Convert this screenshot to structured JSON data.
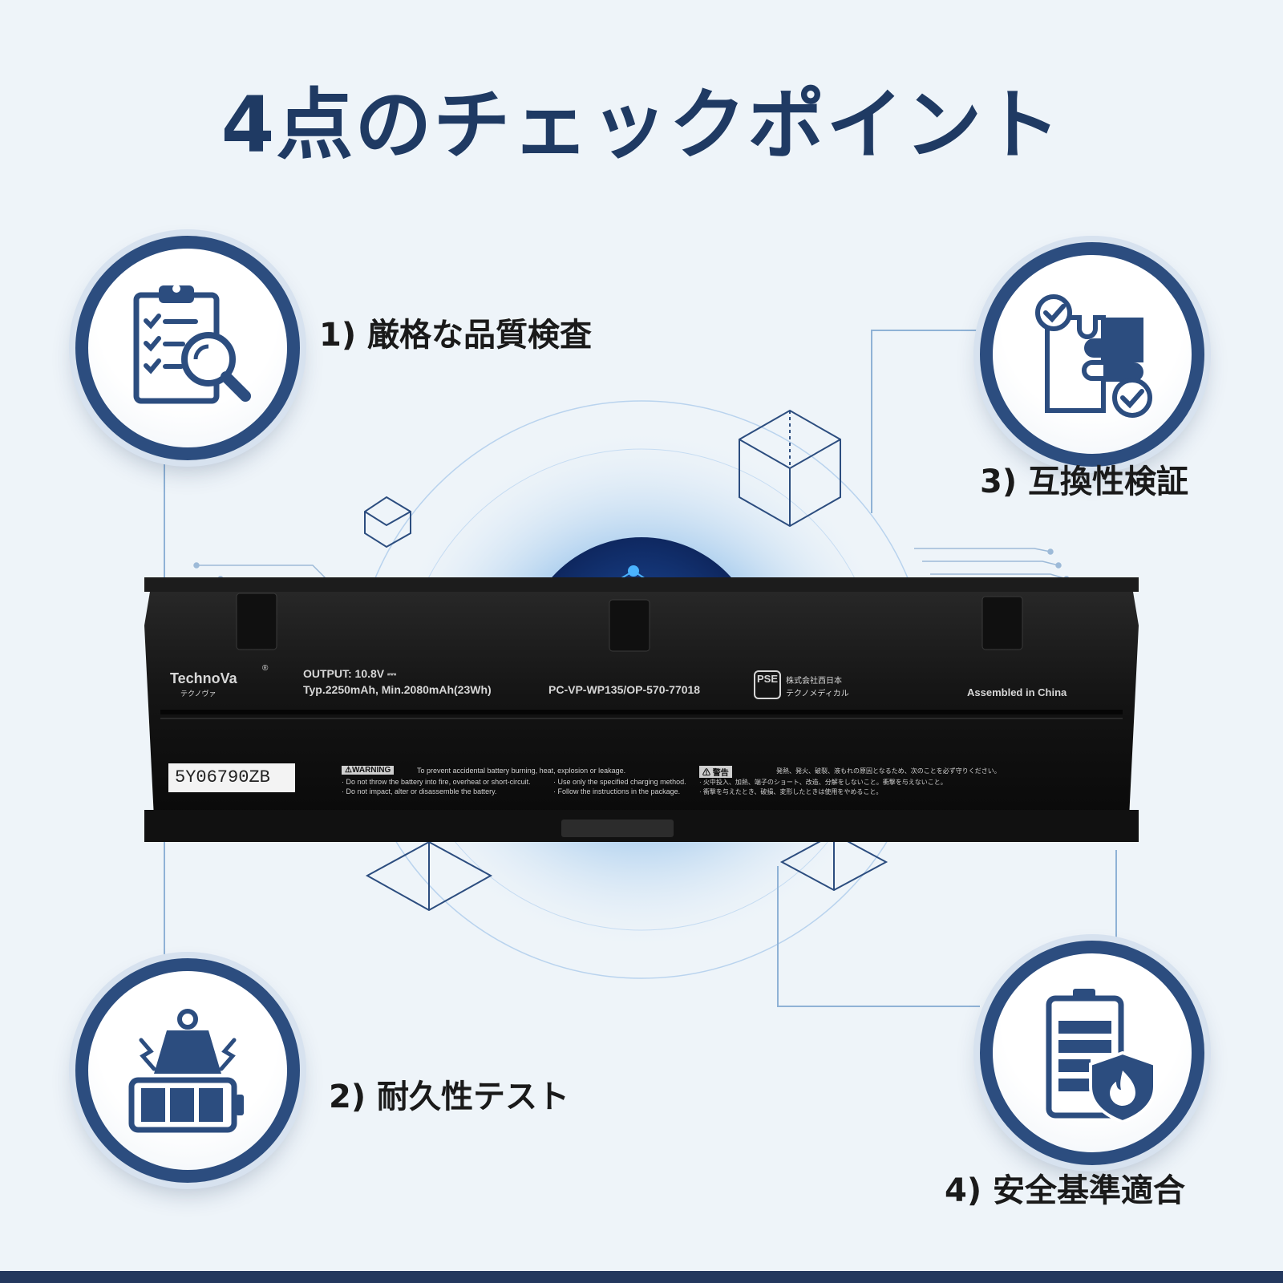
{
  "page": {
    "title": "4点のチェックポイント",
    "accent_color": "#2c4d7f",
    "footer_color": "#23385e"
  },
  "checkpoints": [
    {
      "label": "1) 厳格な品質検査",
      "icon": "clipboard-magnifier-icon"
    },
    {
      "label": "2) 耐久性テスト",
      "icon": "weight-battery-icon"
    },
    {
      "label": "3) 互換性検証",
      "icon": "puzzle-check-icon"
    },
    {
      "label": "4) 安全基準適合",
      "icon": "battery-shield-fire-icon"
    }
  ],
  "battery": {
    "brand": "TechnoVa",
    "brand_reg": "®",
    "brand_kana": "テクノヴァ",
    "output": "OUTPUT: 10.8V ⎓",
    "capacity": "Typ.2250mAh, Min.2080mAh(23Wh)",
    "model": "PC-VP-WP135/OP-570-77018",
    "pse_mark": "PSE",
    "distributor_line1": "株式会社西日本",
    "distributor_line2": "テクノメディカル",
    "origin": "Assembled in China",
    "serial": "5Y06790ZB",
    "warning_title": "⚠WARNING",
    "warning_intro": "To prevent accidental battery burning, heat, explosion or leakage.",
    "warning_1": "· Do not throw the battery into fire, overheat or short-circuit.",
    "warning_2": "· Do not impact, alter or disassemble the battery.",
    "warning_3": "· Use only the specified charging method.",
    "warning_4": "· Follow the instructions in the package.",
    "jp_warning_title": "⚠ 警告",
    "jp_warning_intro": "発熱、発火、破裂、液もれの原因となるため、次のことを必ず守りください。",
    "jp_warning_1": "· 火中投入、加熱、端子のショート、改造、分解をしないこと。衝撃を与えないこと。",
    "jp_warning_2": "· 衝撃を与えたとき、破損、変形したときは使用をやめること。"
  }
}
